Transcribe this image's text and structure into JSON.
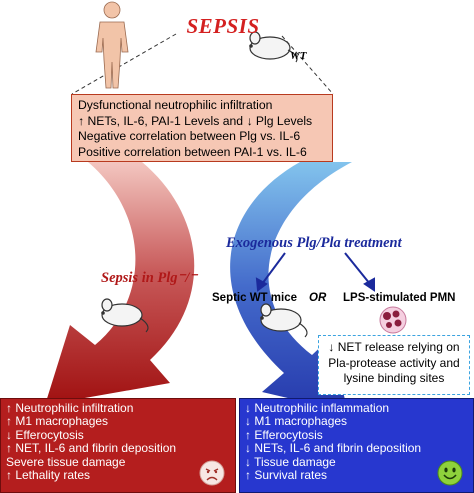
{
  "title": "SEPSIS",
  "mouse_label": "WT",
  "top_box": [
    "Dysfunctional neutrophilic infiltration",
    "↑ NETs, IL-6, PAI-1 Levels  and ↓ Plg Levels",
    "Negative correlation between Plg vs. IL-6",
    "Positive correlation between PAI-1 vs. IL-6"
  ],
  "left_branch_label": "Sepsis in Plg⁻/⁻",
  "right_branch_label": "Exogenous Plg/Pla treatment",
  "septic_label": "Septic WT mice",
  "or_label": "OR",
  "lps_label": "LPS-stimulated PMN",
  "net_box": [
    "↓ NET release relying on",
    "Pla-protease activity and",
    "lysine binding sites"
  ],
  "left_outcomes": [
    "↑ Neutrophilic infiltration",
    "↑ M1 macrophages",
    "↓ Efferocytosis",
    "↑ NET, IL-6 and fibrin deposition",
    "Severe tissue damage",
    "↑ Lethality rates"
  ],
  "right_outcomes": [
    "↓ Neutrophilic inflammation",
    "↓ M1 macrophages",
    "↑ Efferocytosis",
    "↓ NETs, IL-6 and fibrin deposition",
    "↓ Tissue damage",
    "↑ Survival rates"
  ],
  "colors": {
    "title": "#d42020",
    "left_box": "#b41e1e",
    "right_box": "#2737cf",
    "top_box_fill": "#f6c7b4",
    "label_left": "#b01818",
    "label_right": "#1b2a9c"
  },
  "icons": [
    "human-figure-icon",
    "mouse-icon",
    "neutrophil-cell-icon",
    "sad-face-icon",
    "happy-face-icon"
  ]
}
